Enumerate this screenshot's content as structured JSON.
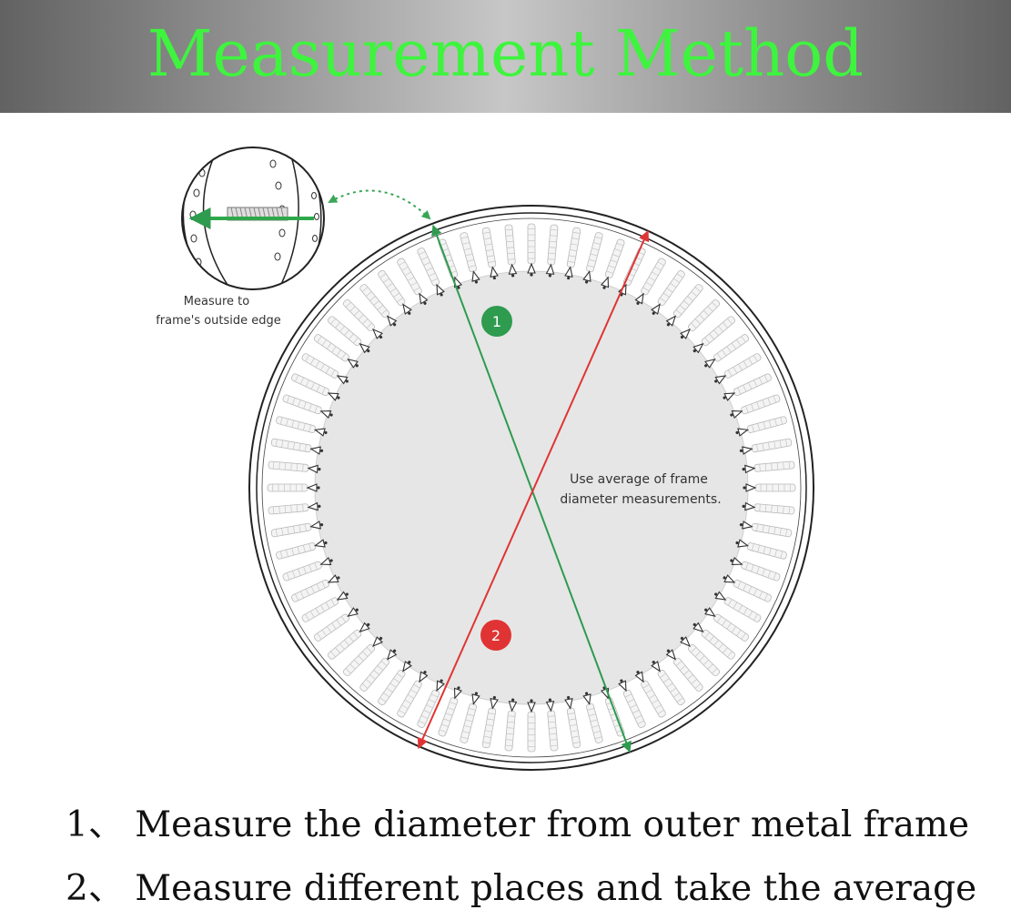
{
  "header": {
    "title": "Measurement Method"
  },
  "diagram": {
    "inset_caption_line1": "Measure to",
    "inset_caption_line2": "frame's outside edge",
    "center_caption_line1": "Use average of frame",
    "center_caption_line2": "diameter measurements.",
    "marker_1": "1",
    "marker_2": "2",
    "colors": {
      "measurement_1": "#2e9b4f",
      "measurement_2": "#e03434",
      "marker_1_fill": "#2e9b4f",
      "marker_2_fill": "#e03434",
      "mat": "#e6e6e6",
      "frame": "#222222",
      "inset_arrow": "#2ea84a"
    },
    "icons": [
      "trampoline-diagram",
      "magnifier-inset",
      "dotted-curved-arrow"
    ]
  },
  "instructions": [
    "1、 Measure the diameter from outer metal frame",
    "2、 Measure different places and take the average"
  ]
}
